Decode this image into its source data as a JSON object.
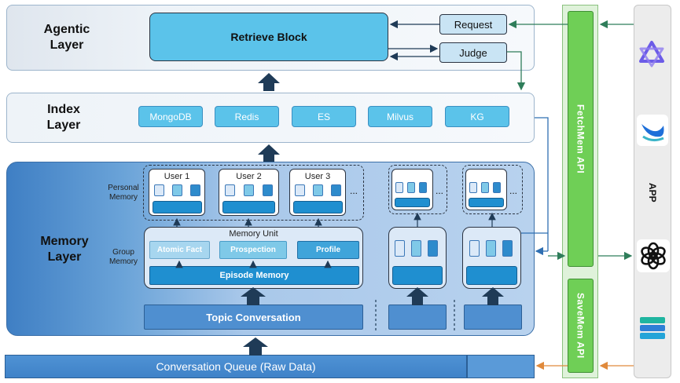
{
  "agentic_layer": {
    "label": "Agentic\nLayer",
    "retrieve_block": "Retrieve Block",
    "request": "Request",
    "judge": "Judge"
  },
  "index_layer": {
    "label": "Index\nLayer",
    "stores": [
      "MongoDB",
      "Redis",
      "ES",
      "Milvus",
      "KG"
    ]
  },
  "memory_layer": {
    "label": "Memory\nLayer",
    "personal_memory_label": "Personal\nMemory",
    "group_memory_label": "Group\nMemory",
    "users": [
      "User 1",
      "User 2",
      "User 3"
    ],
    "ellipsis": "...",
    "memory_unit_label": "Memory Unit",
    "atomic_fact": "Atomic Fact",
    "prospection": "Prospection",
    "profile": "Profile",
    "episode_memory": "Episode Memory",
    "topic_conversation": "Topic Conversation"
  },
  "conversation_queue": "Conversation Queue (Raw Data)",
  "apis": {
    "fetch": "FetchMem API",
    "save": "SaveMem API"
  },
  "app_label": "APP",
  "colors": {
    "layer_fill": "#e9f3fb",
    "memory_fill": "#4f8fd0",
    "accent_cyan": "#5bc3ea",
    "accent_blue": "#1f8fd0",
    "api_green": "#6fcf56",
    "arrow_dark": "#1f3b57",
    "arrow_green": "#2f7d5a",
    "arrow_orange": "#e08a3c"
  },
  "app_icons": [
    "qwen-logo-icon",
    "deepseek-whale-icon",
    "openai-logo-icon",
    "stack-logo-icon"
  ]
}
